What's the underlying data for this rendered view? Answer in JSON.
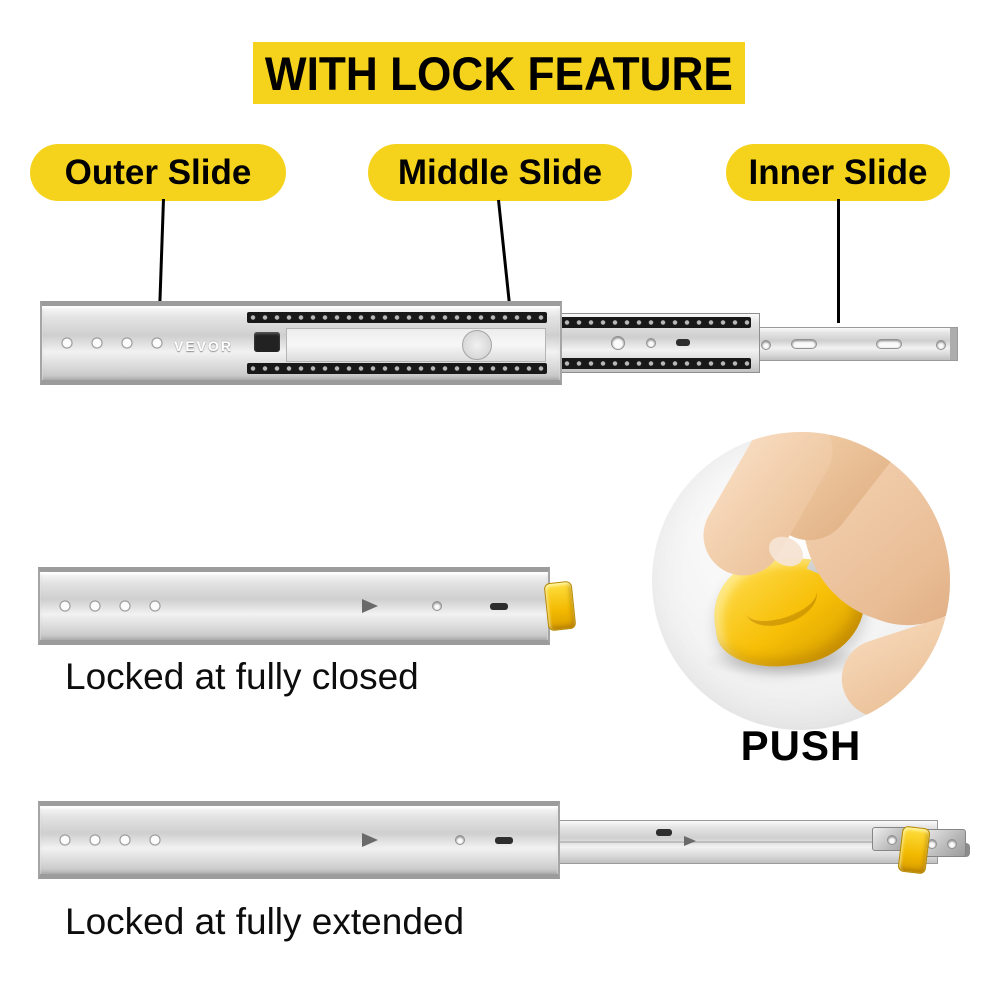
{
  "title": "WITH LOCK FEATURE",
  "brand": "VEVOR",
  "labels": {
    "outer": "Outer Slide",
    "middle": "Middle Slide",
    "inner": "Inner Slide"
  },
  "captions": {
    "closed": "Locked at fully closed",
    "extended": "Locked at fully extended",
    "push": "PUSH"
  },
  "colors": {
    "banner_yellow": "#F5D31C",
    "lock_yellow": "#F7C600",
    "text_black": "#000000",
    "steel_light": "#EFEFEF",
    "steel_dark": "#9C9C9C"
  }
}
